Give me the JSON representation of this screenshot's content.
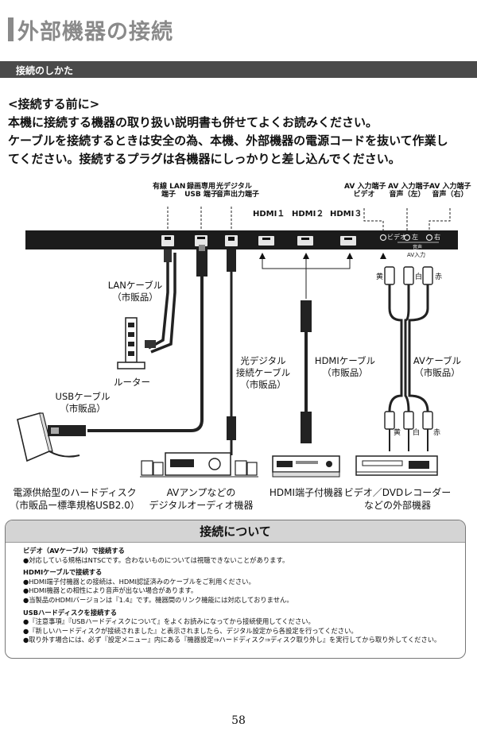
{
  "header": {
    "title": "外部機器の接続",
    "section": "接続のしかた"
  },
  "intro": {
    "lines": [
      "<接続する前に>",
      "本機に接続する機器の取り扱い説明書も併せてよくお読みください。",
      "ケーブルを接続するときは安全の為、本機、外部機器の電源コードを抜いて作業し",
      "てください。接続するプラグは各機器にしっかりと差し込んでください。"
    ]
  },
  "diagram": {
    "port_labels": {
      "lan": [
        "有線 LAN",
        "端子"
      ],
      "usb": [
        "録画専用",
        "USB 端子"
      ],
      "optical": [
        "光デジタル",
        "音声出力端子"
      ],
      "av_video": [
        "AV 入力端子",
        "ビデオ"
      ],
      "av_left": [
        "AV 入力端子",
        "音声（左）"
      ],
      "av_right": [
        "AV 入力端子",
        "音声（右）"
      ]
    },
    "hdmi_ports": [
      "HDMI１",
      "HDMI２",
      "HDMI３"
    ],
    "panel_jack_labels": {
      "video": "ビデオ",
      "left": "左",
      "right": "右",
      "audio": "音声",
      "av_input": "AV入力"
    },
    "rca_colors": {
      "top": [
        "黄",
        "白",
        "赤"
      ],
      "bottom": [
        "黄",
        "白",
        "赤"
      ]
    },
    "cables": {
      "lan": [
        "LANケーブル",
        "（市販品）"
      ],
      "usb": [
        "USBケーブル",
        "（市販品）"
      ],
      "optical": [
        "光デジタル",
        "接続ケーブル",
        "（市販品）"
      ],
      "hdmi": [
        "HDMIケーブル",
        "（市販品）"
      ],
      "av": [
        "AVケーブル",
        "（市販品）"
      ]
    },
    "router_label": "ルーター",
    "devices": {
      "hdd": [
        "電源供給型のハードディスク",
        "（市販品ー標準規格USB2.0）"
      ],
      "amp": [
        "AVアンプなどの",
        "デジタルオーディオ機器"
      ],
      "hdmi_device": [
        "HDMI端子付機器"
      ],
      "recorder": [
        "ビデオ／DVDレコーダー",
        "などの外部機器"
      ]
    }
  },
  "info_panel": {
    "title": "接続について",
    "sections": [
      {
        "heading": "ビデオ（AVケーブル）で接続する",
        "items": [
          "●対応している規格はNTSCです。合わないものについては視聴できないことがあります。"
        ]
      },
      {
        "heading": "HDMIケーブルで接続する",
        "items": [
          "●HDMI端子付機器との接続は、HDMI認証済みのケーブルをご利用ください。",
          "●HDMI機器との相性により音声が出ない場合があります。",
          "●当製品のHDMIバージョンは『1.4』です。機器間のリンク機能には対応しておりません。"
        ]
      },
      {
        "heading": "USBハードディスクを接続する",
        "items": [
          "●『注意事項』『USBハードディスクについて』をよくお読みになってから接続使用してください。",
          "●『新しいハードディスクが接続されました』と表示されましたら、デジタル設定から各設定を行ってください。",
          "●取り外す場合には、必ず『設定メニュー』内にある『機器設定⇒ハードディスク⇒ディスク取り外し』を実行してから取り外してください。"
        ]
      }
    ]
  },
  "page_number": "58"
}
